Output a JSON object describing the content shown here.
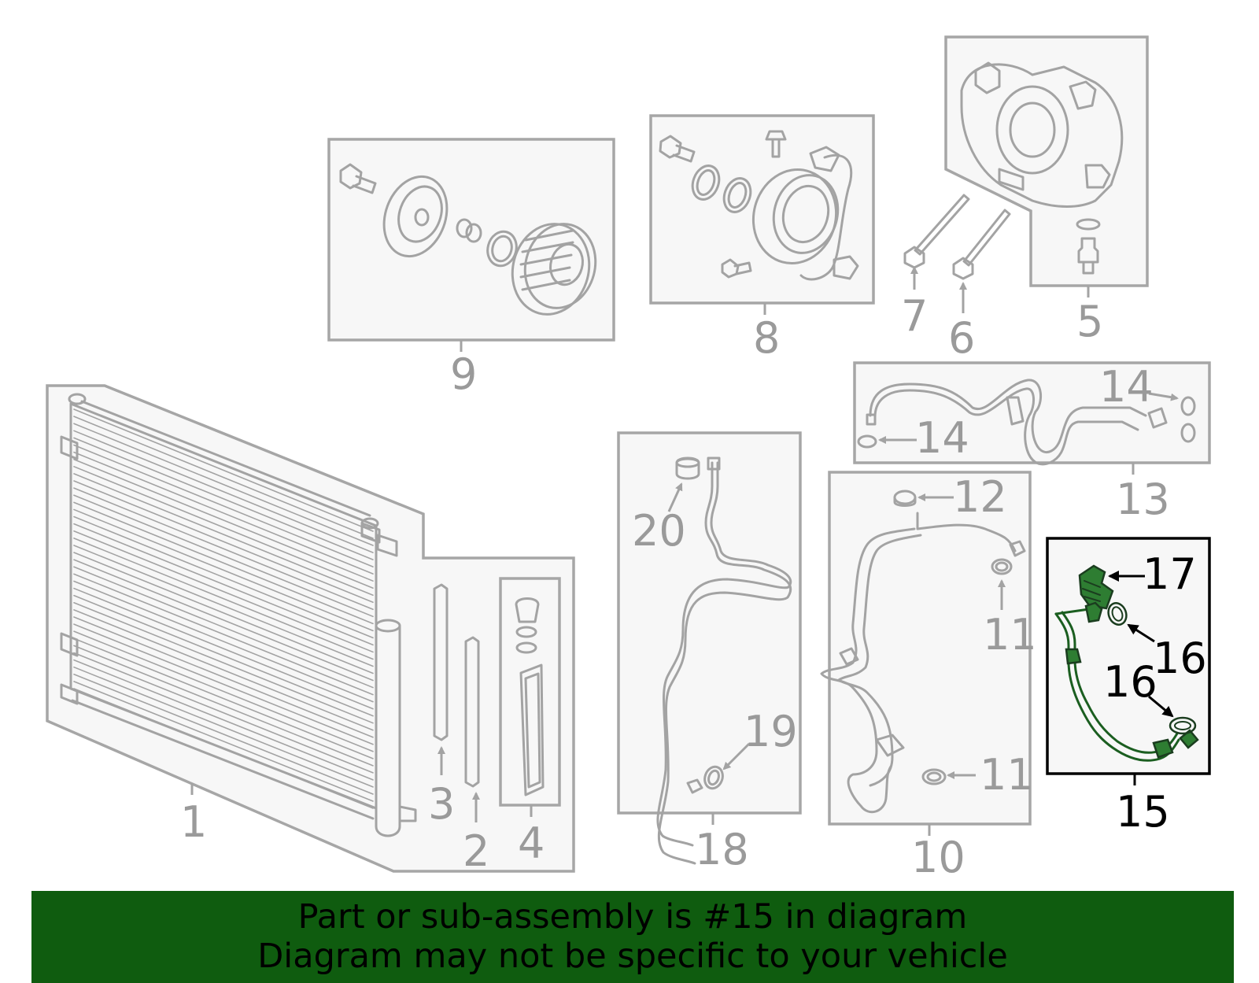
{
  "callouts": {
    "c1": "1",
    "c2": "2",
    "c3": "3",
    "c4": "4",
    "c5": "5",
    "c6": "6",
    "c7": "7",
    "c8": "8",
    "c9": "9",
    "c10": "10",
    "c11a": "11",
    "c11b": "11",
    "c12": "12",
    "c13": "13",
    "c14a": "14",
    "c14b": "14",
    "c15": "15",
    "c16a": "16",
    "c16b": "16",
    "c17": "17",
    "c18": "18",
    "c19": "19",
    "c20": "20"
  },
  "highlight_color": "#0f5c0f",
  "banner": {
    "line1": "Part or sub-assembly is #15 in diagram",
    "line2": "Diagram may not be specific to your vehicle"
  }
}
